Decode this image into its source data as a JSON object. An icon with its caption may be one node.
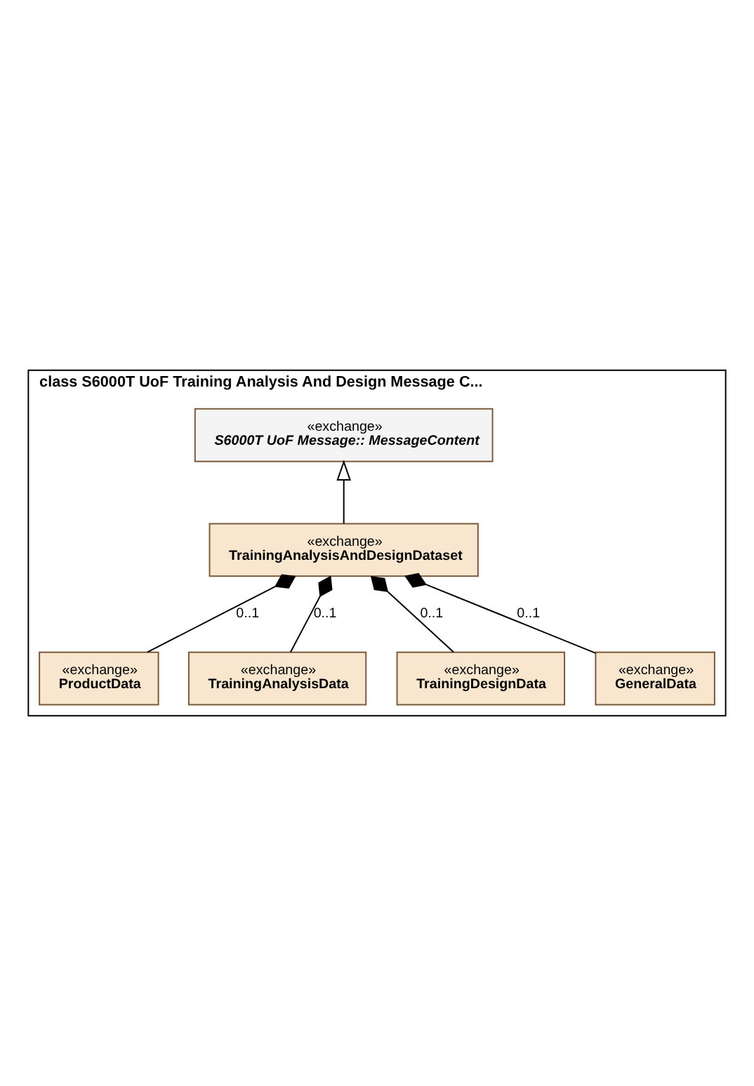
{
  "diagram": {
    "nodes": [
      {
        "text": [
          "class S6000T UoF Training Analysis And Design Message C..."
        ]
      },
      {
        "text": [
          "«exchange»",
          "S6000T UoF Message:: MessageContent"
        ],
        "in": 0
      },
      {
        "text": [
          "«exchange»",
          "TrainingAnalysisAndDesignDataset"
        ],
        "in": 0
      },
      {
        "text": [
          "«exchange»",
          "ProductData"
        ],
        "in": 0
      },
      {
        "text": [
          "«exchange»",
          "TrainingAnalysisData"
        ],
        "in": 0
      },
      {
        "text": [
          "«exchange»",
          "TrainingDesignData"
        ],
        "in": 0
      },
      {
        "text": [
          "«exchange»",
          "GeneralData"
        ],
        "in": 0
      }
    ],
    "edges": [
      {
        "from": 2,
        "to": 1,
        "arrow": "to"
      },
      {
        "from": 2,
        "to": 3,
        "arrow": "other",
        "label": "0..1"
      },
      {
        "from": 2,
        "to": 4,
        "arrow": "other",
        "label": "0..1"
      },
      {
        "from": 2,
        "to": 5,
        "arrow": "other",
        "label": "0..1"
      },
      {
        "from": 2,
        "to": 6,
        "arrow": "other",
        "label": "0..1"
      }
    ]
  }
}
